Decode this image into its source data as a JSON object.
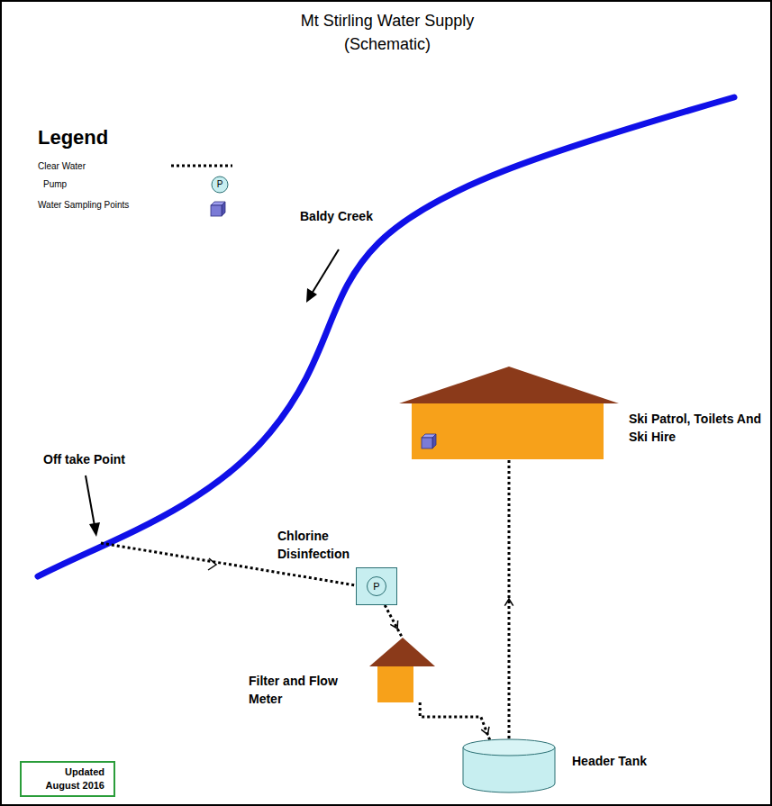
{
  "diagram": {
    "title": "Mt Stirling Water Supply (Schematic)",
    "nodes": [
      {
        "text": [
          "Ski Patrol, Toilets And Ski Hire"
        ]
      },
      {
        "text": [
          "Chlorine Disinfection"
        ]
      },
      {
        "text": [
          "P"
        ],
        "in": 1
      },
      {
        "text": [
          "Filter and Flow Meter"
        ]
      },
      {
        "text": [
          "Header Tank"
        ]
      },
      {
        "text": [
          "Updated August 2016"
        ]
      }
    ],
    "edges": [
      {
        "from": 1,
        "to": 3,
        "arrow": "to"
      },
      {
        "from": 3,
        "to": 4,
        "arrow": "to"
      },
      {
        "from": 4,
        "to": 0,
        "arrow": "to"
      }
    ],
    "labels": [
      "Legend",
      "Baldy Creek",
      "Off take Point",
      "P"
    ],
    "legend": [
      {
        "text": "Clear Water"
      },
      {
        "text": "Pump"
      },
      {
        "text": "Water Sampling Points"
      }
    ]
  }
}
